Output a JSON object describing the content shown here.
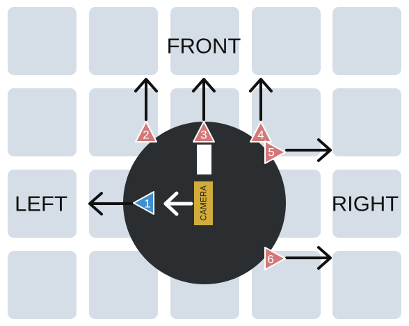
{
  "labels": {
    "front": "FRONT",
    "left": "LEFT",
    "right": "RIGHT",
    "camera": "CAMERA"
  },
  "sensors": [
    {
      "id": "1",
      "facing": "left",
      "color": "#3f8fd0"
    },
    {
      "id": "2",
      "facing": "front",
      "color": "#d37878"
    },
    {
      "id": "3",
      "facing": "front",
      "color": "#d37878"
    },
    {
      "id": "4",
      "facing": "front",
      "color": "#d37878"
    },
    {
      "id": "5",
      "facing": "right",
      "color": "#d37878"
    },
    {
      "id": "6",
      "facing": "right",
      "color": "#d37878"
    }
  ],
  "colors": {
    "grid_tile": "#d5dee6",
    "robot_body": "#2b2e30",
    "camera": "#d2ac3a",
    "arrow": "#111111",
    "camera_arrow": "#ffffff"
  }
}
